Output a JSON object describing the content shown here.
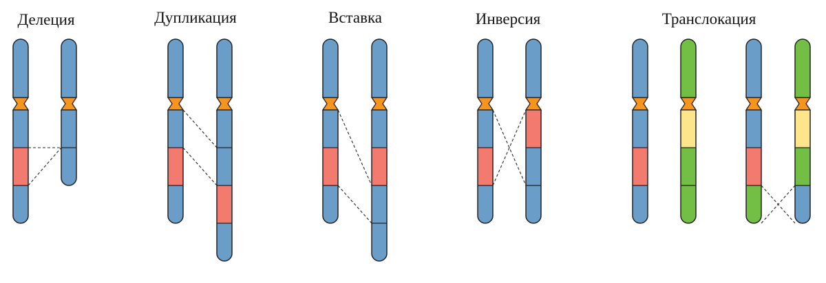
{
  "colors": {
    "blue": "#6a9ec9",
    "red": "#f27a6e",
    "green": "#73bf45",
    "yellow": "#fde58c",
    "centromere": "#f7941e"
  },
  "panels": [
    {
      "key": "deletion",
      "title": "Делеция",
      "chromosomes": [
        {
          "arm": [
            "blue"
          ],
          "lower": [
            "blue",
            "red",
            "blue"
          ]
        },
        {
          "arm": [
            "blue"
          ],
          "lower": [
            "blue",
            "blue"
          ]
        }
      ],
      "links": [
        {
          "from": [
            0,
            "lower",
            0,
            "end"
          ],
          "to": [
            1,
            "lower",
            0,
            "end"
          ]
        },
        {
          "from": [
            0,
            "lower",
            1,
            "end"
          ],
          "to": [
            1,
            "lower",
            1,
            "start"
          ]
        }
      ]
    },
    {
      "key": "duplication",
      "title": "Дупликация",
      "chromosomes": [
        {
          "arm": [
            "blue"
          ],
          "lower": [
            "blue",
            "red",
            "blue"
          ]
        },
        {
          "arm": [
            "blue"
          ],
          "lower": [
            "blue",
            "blue",
            "red",
            "blue"
          ]
        }
      ],
      "links": [
        {
          "from": [
            0,
            "lower",
            0,
            "start"
          ],
          "to": [
            1,
            "lower",
            0,
            "end"
          ]
        },
        {
          "from": [
            0,
            "lower",
            0,
            "end"
          ],
          "to": [
            1,
            "lower",
            1,
            "end"
          ]
        }
      ]
    },
    {
      "key": "insertion",
      "title": "Вставка",
      "chromosomes": [
        {
          "arm": [
            "blue"
          ],
          "lower": [
            "blue",
            "red",
            "blue"
          ]
        },
        {
          "arm": [
            "blue"
          ],
          "lower": [
            "blue",
            "red",
            "blue",
            "blue"
          ]
        }
      ],
      "links": [
        {
          "from": [
            0,
            "lower",
            0,
            "start"
          ],
          "to": [
            1,
            "lower",
            1,
            "end"
          ]
        },
        {
          "from": [
            0,
            "lower",
            1,
            "end"
          ],
          "to": [
            1,
            "lower",
            2,
            "end"
          ]
        }
      ]
    },
    {
      "key": "inversion",
      "title": "Инверсия",
      "chromosomes": [
        {
          "arm": [
            "blue"
          ],
          "lower": [
            "blue",
            "red",
            "blue"
          ]
        },
        {
          "arm": [
            "blue"
          ],
          "lower": [
            "red",
            "blue",
            "blue"
          ]
        }
      ],
      "links": [
        {
          "from": [
            0,
            "lower",
            0,
            "start"
          ],
          "to": [
            1,
            "lower",
            1,
            "end"
          ]
        },
        {
          "from": [
            0,
            "lower",
            1,
            "end"
          ],
          "to": [
            1,
            "lower",
            0,
            "start"
          ]
        }
      ]
    },
    {
      "key": "translocation",
      "title": "Транслокация",
      "chromosomes": [
        {
          "arm": [
            "blue"
          ],
          "lower": [
            "blue",
            "red",
            "blue"
          ]
        },
        {
          "arm": [
            "green"
          ],
          "lower": [
            "yellow",
            "green",
            "green"
          ]
        },
        {
          "arm": [
            "blue"
          ],
          "lower": [
            "blue",
            "red",
            "green"
          ]
        },
        {
          "arm": [
            "green"
          ],
          "lower": [
            "yellow",
            "green",
            "blue"
          ]
        }
      ],
      "links": [
        {
          "from": [
            2,
            "lower",
            2,
            "start"
          ],
          "to": [
            3,
            "lower",
            2,
            "end"
          ]
        },
        {
          "from": [
            2,
            "lower",
            2,
            "end"
          ],
          "to": [
            3,
            "lower",
            2,
            "start"
          ]
        }
      ]
    }
  ]
}
